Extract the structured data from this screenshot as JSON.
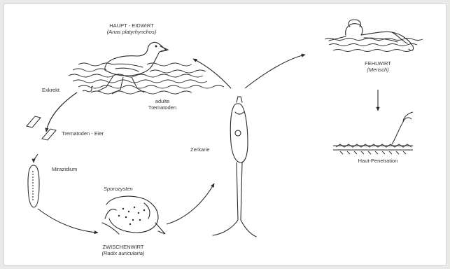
{
  "labels": {
    "main_host": "HAUPT - EIDWIRT",
    "main_host_species": "(Anas platyrhynchos)",
    "adult": "adulte",
    "adult2": "Trematoden",
    "excreta": "Exkrekt",
    "eggs": "Trematoden - Eier",
    "miracidium": "Mirazidium",
    "sporocysts": "Sporozysten",
    "intermediate_host": "ZWISCHENWIRT",
    "intermediate_host_species": "(Radix auricularia)",
    "cercaria": "Zerkarie",
    "false_host": "FEHLWIRT",
    "false_host_species": "(Mensch)",
    "penetration": "Haut-Penetration"
  },
  "colors": {
    "line": "#2a2a2a",
    "text": "#333333",
    "background": "#e9e9e7",
    "panel": "#ffffff"
  },
  "icons": [
    "duck-illustration",
    "human-swimmer-illustration",
    "snail-illustration",
    "cercaria-illustration",
    "miracidium-illustration",
    "eggs-illustration",
    "skin-penetration-illustration"
  ]
}
